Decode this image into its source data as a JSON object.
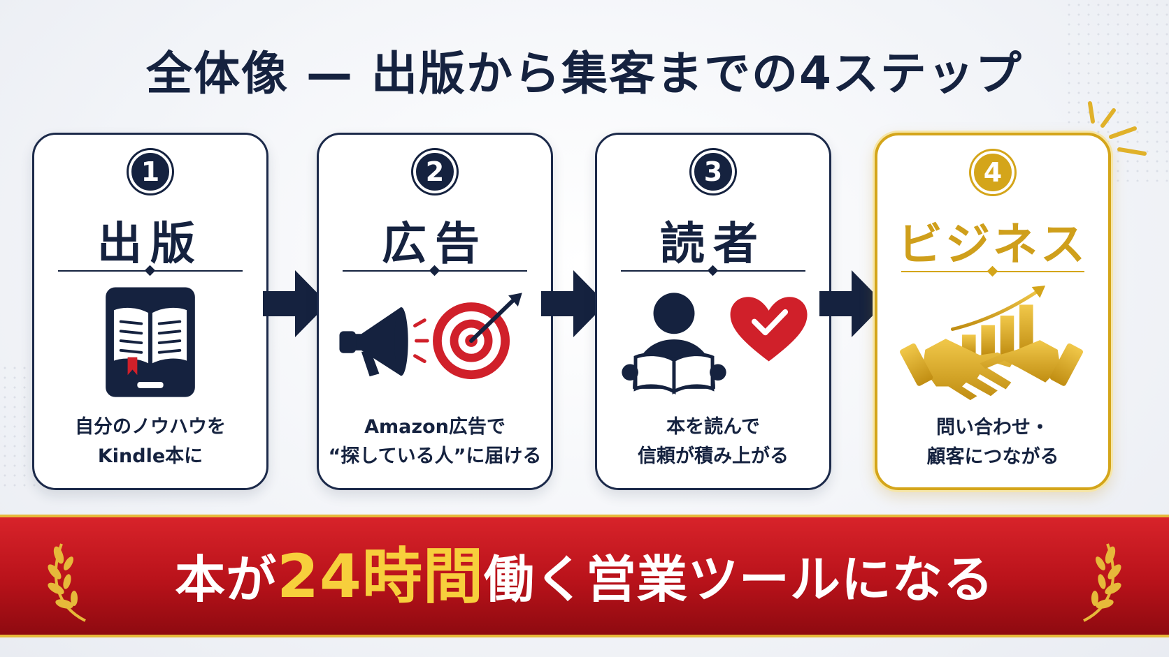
{
  "title": "全体像 — 出版から集客までの4ステップ",
  "steps": [
    {
      "number": "1",
      "heading": "出版",
      "desc_line1": "自分のノウハウを",
      "desc_line2": "Kindle本に",
      "icon": "ebook-reader-icon"
    },
    {
      "number": "2",
      "heading": "広告",
      "desc_line1": "Amazon広告で",
      "desc_line2": "“探している人”に届ける",
      "icon": "megaphone-target-icon"
    },
    {
      "number": "3",
      "heading": "読者",
      "desc_line1": "本を読んで",
      "desc_line2": "信頼が積み上がる",
      "icon": "reader-heart-icon"
    },
    {
      "number": "4",
      "heading": "ビジネス",
      "desc_line1": "問い合わせ・",
      "desc_line2": "顧客につながる",
      "icon": "handshake-growth-icon"
    }
  ],
  "banner": {
    "part1": "本が",
    "highlight": "24時間",
    "part2": "働く営業ツールになる"
  },
  "colors": {
    "navy": "#15223f",
    "gold": "#d4a51a",
    "red": "#c8161e",
    "banner_highlight": "#f7cf3c"
  }
}
